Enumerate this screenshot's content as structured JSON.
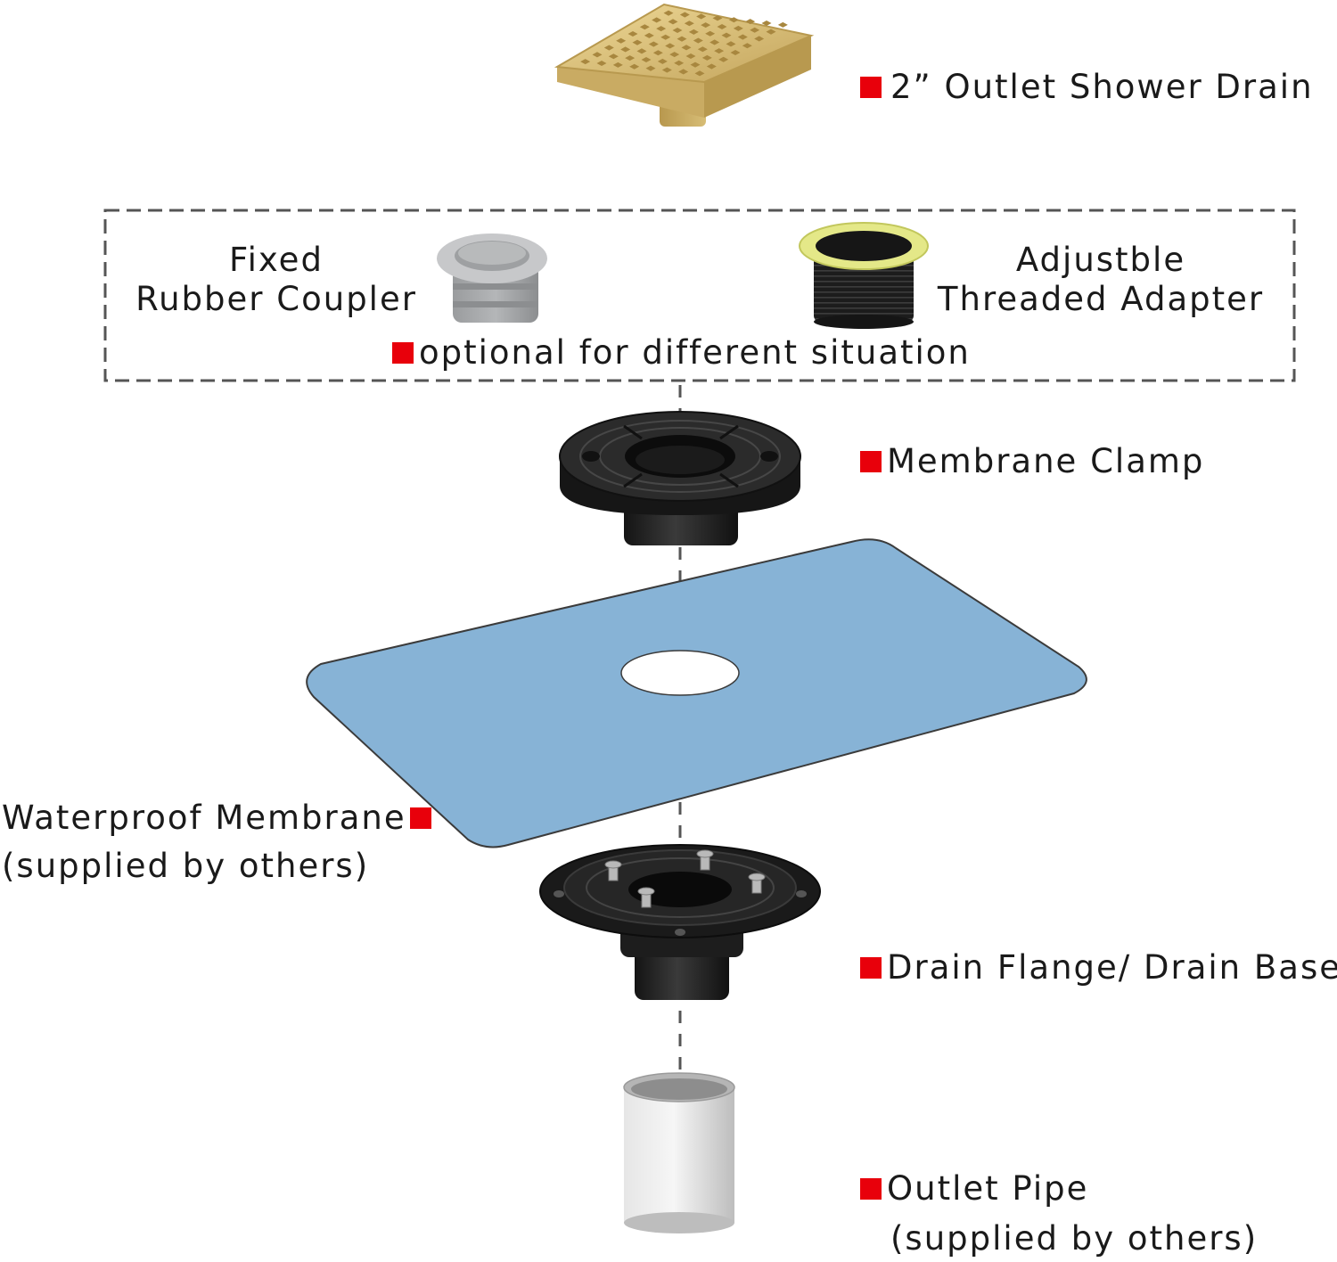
{
  "colors": {
    "marker": "#e8000b",
    "membrane": "#87b3d6",
    "gold": "#d9bf7a",
    "black_part": "#1e1e1e",
    "rubber_gray": "#a7a9ab",
    "adapter_yellow": "#e8ec86",
    "pipe": "#d9d9d9",
    "dashes": "#555555"
  },
  "labels": {
    "shower_drain": "2” Outlet Shower Drain",
    "fixed_coupler_line1": "Fixed",
    "fixed_coupler_line2": "Rubber Coupler",
    "adapter_line1": "Adjustble",
    "adapter_line2": "Threaded Adapter",
    "optional": "optional for different situation",
    "membrane_clamp": "Membrane Clamp",
    "waterproof_line1": "Waterproof Membrane",
    "waterproof_line2": "(supplied by others)",
    "drain_flange": "Drain Flange/ Drain Base",
    "outlet_pipe_line1": "Outlet Pipe",
    "outlet_pipe_line2": "(supplied by others)"
  }
}
